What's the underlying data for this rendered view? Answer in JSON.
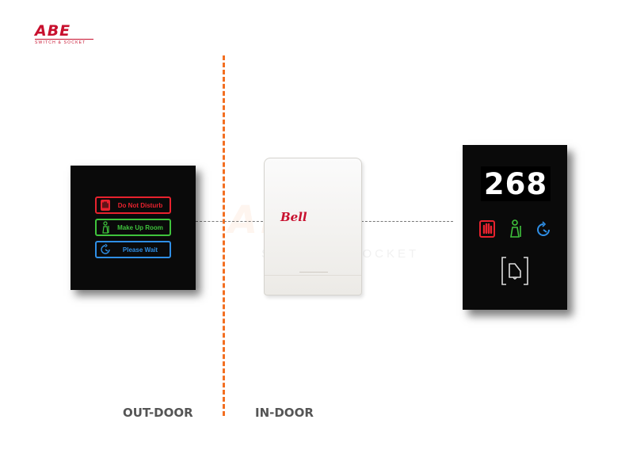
{
  "brand": {
    "mark": "ABE",
    "tagline": "SWITCH & SOCKET",
    "color": "#c8102e"
  },
  "outdoor_panel": {
    "buttons": [
      {
        "label": "Do Not Disturb",
        "color": "#e8222e",
        "icon": "hand-icon"
      },
      {
        "label": "Make Up Room",
        "color": "#3fc33c",
        "icon": "maid-icon"
      },
      {
        "label": "Please Wait",
        "color": "#2f8fe6",
        "icon": "wait-icon"
      }
    ]
  },
  "doorbell": {
    "brand": "Bell"
  },
  "watermark": {
    "mark": "ABE",
    "tagline": "SWITCH & SOCKET"
  },
  "indoor_panel": {
    "room_number": "268",
    "indicators": [
      {
        "name": "hand-icon",
        "color": "#e8222e"
      },
      {
        "name": "maid-icon",
        "color": "#3fc33c"
      },
      {
        "name": "wait-icon",
        "color": "#2f8fe6"
      }
    ],
    "button_icon": "bell-icon"
  },
  "labels": {
    "outdoor": "OUT-DOOR",
    "indoor": "IN-DOOR"
  },
  "colors": {
    "divider": "#f36f21",
    "wire": "#777777",
    "panel": "#0a0a0a"
  }
}
